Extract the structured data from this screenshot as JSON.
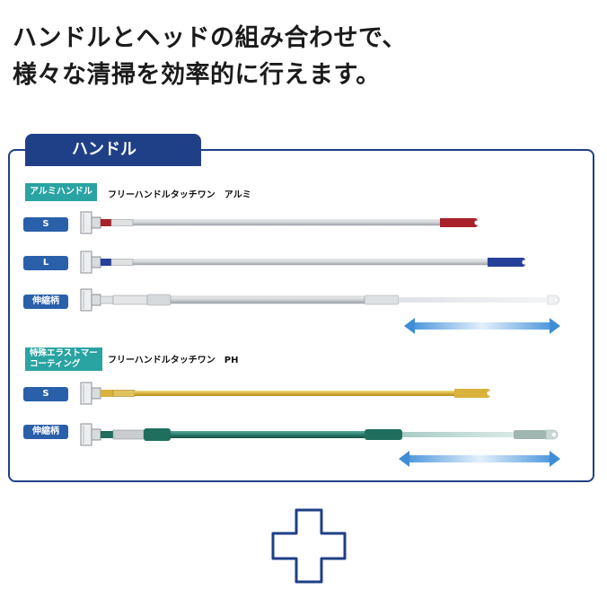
{
  "headline": {
    "line1": "ハンドルとヘッドの組み合わせで、",
    "line2": "様々な清掃を効率的に行えます。"
  },
  "panel": {
    "tab_label": "ハンドル"
  },
  "groups": [
    {
      "category_label": "アルミハンドル",
      "product_name": "フリーハンドルタッチワン　アルミ",
      "items": [
        {
          "size": "S",
          "grip_color": "#a8212a"
        },
        {
          "size": "L",
          "grip_color": "#26409a"
        },
        {
          "size": "伸縮柄",
          "grip_color": "#e6e6e6",
          "telescopic": true
        }
      ]
    },
    {
      "category_label_line1": "特殊エラストマー",
      "category_label_line2": "コーティング",
      "product_name": "フリーハンドルタッチワン　PH",
      "items": [
        {
          "size": "S",
          "grip_color": "#d8b23a"
        },
        {
          "size": "伸縮柄",
          "grip_color": "#1f6e5e",
          "telescopic": true
        }
      ]
    }
  ],
  "colors": {
    "navy": "#1f3f86",
    "teal_label": "#2aa3a3",
    "badge_blue": "#2a5faa",
    "arrow_blue": "#3d8ed6"
  },
  "icons": [
    "extension-arrow-icon",
    "plus-icon",
    "handle-clamp-icon"
  ]
}
